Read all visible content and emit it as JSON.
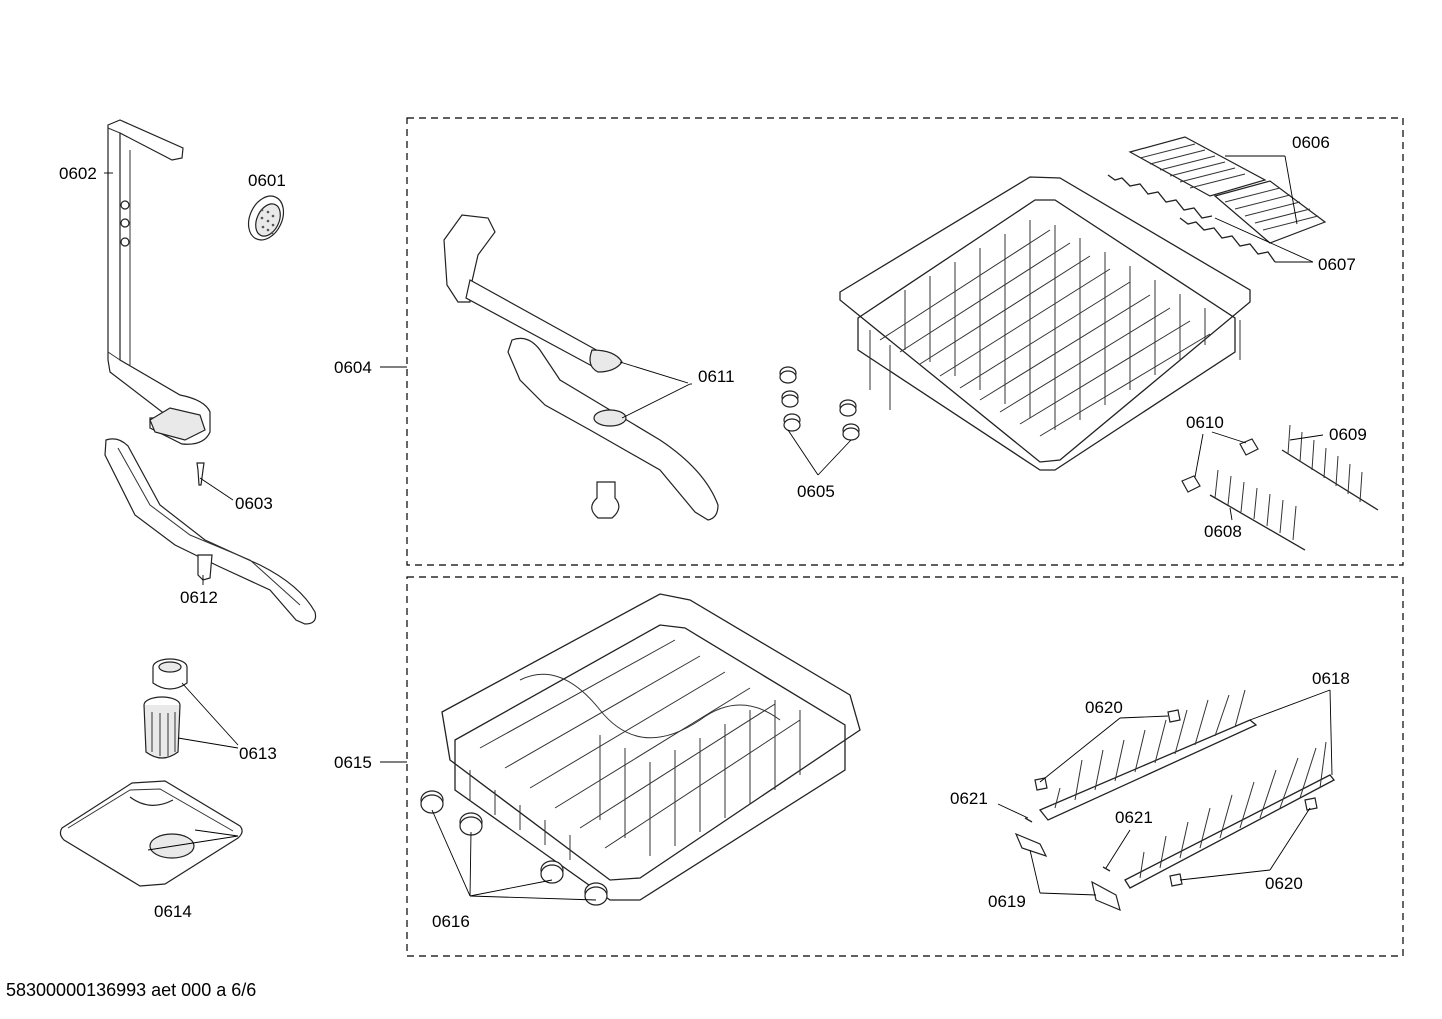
{
  "diagram": {
    "labels": {
      "p0601": "0601",
      "p0602": "0602",
      "p0603": "0603",
      "p0604": "0604",
      "p0605": "0605",
      "p0606": "0606",
      "p0607": "0607",
      "p0608": "0608",
      "p0609": "0609",
      "p0610": "0610",
      "p0611": "0611",
      "p0612": "0612",
      "p0613": "0613",
      "p0614": "0614",
      "p0615": "0615",
      "p0616": "0616",
      "p0618": "0618",
      "p0619": "0619",
      "p0620a": "0620",
      "p0620b": "0620",
      "p0621a": "0621",
      "p0621b": "0621"
    },
    "footer": "58300000136993 aet 000 a 6/6"
  }
}
